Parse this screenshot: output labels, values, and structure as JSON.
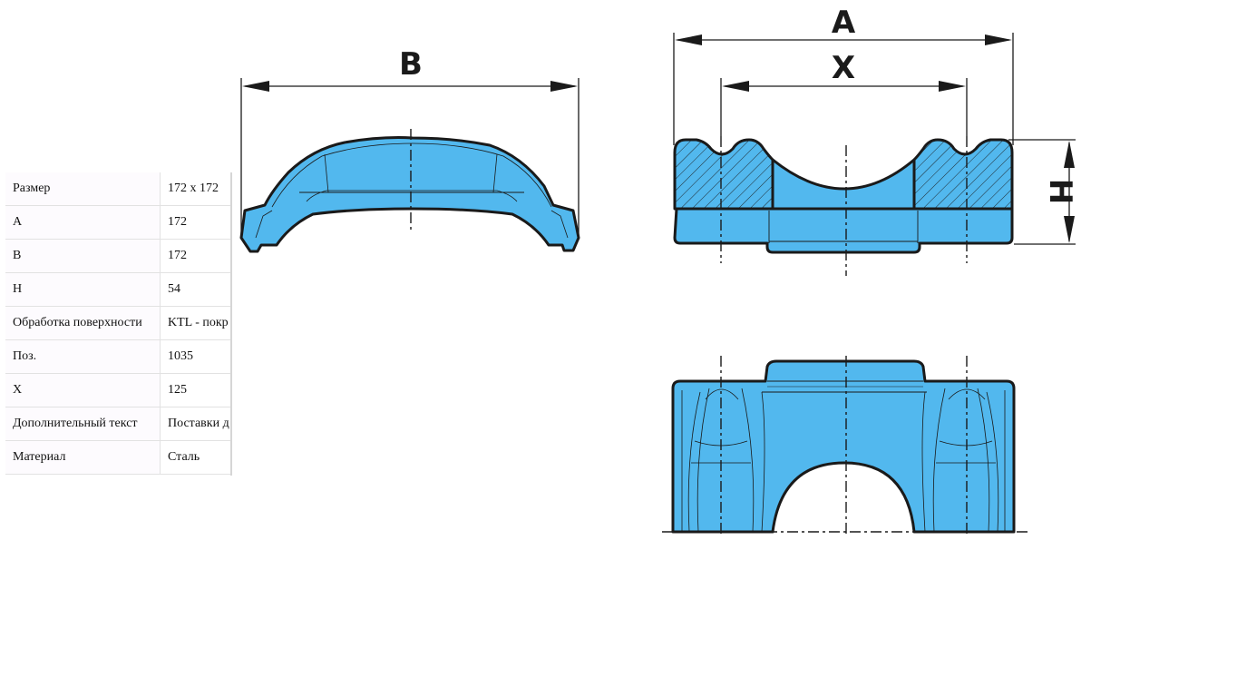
{
  "specs": [
    {
      "key": "Размер",
      "value": "172 x 172"
    },
    {
      "key": "A",
      "value": "172"
    },
    {
      "key": "B",
      "value": "172"
    },
    {
      "key": "H",
      "value": "54"
    },
    {
      "key": "Обработка поверхности",
      "value": "KTL - покр"
    },
    {
      "key": "Поз.",
      "value": "1035"
    },
    {
      "key": "X",
      "value": "125"
    },
    {
      "key": "Дополнительный текст",
      "value": "Поставки д"
    },
    {
      "key": "Материал",
      "value": "Сталь"
    }
  ],
  "drawing": {
    "dim_b": "B",
    "dim_a": "A",
    "dim_x": "X",
    "dim_h": "H",
    "fill_color": "#52b8ee",
    "line_color": "#1a1a1a"
  }
}
